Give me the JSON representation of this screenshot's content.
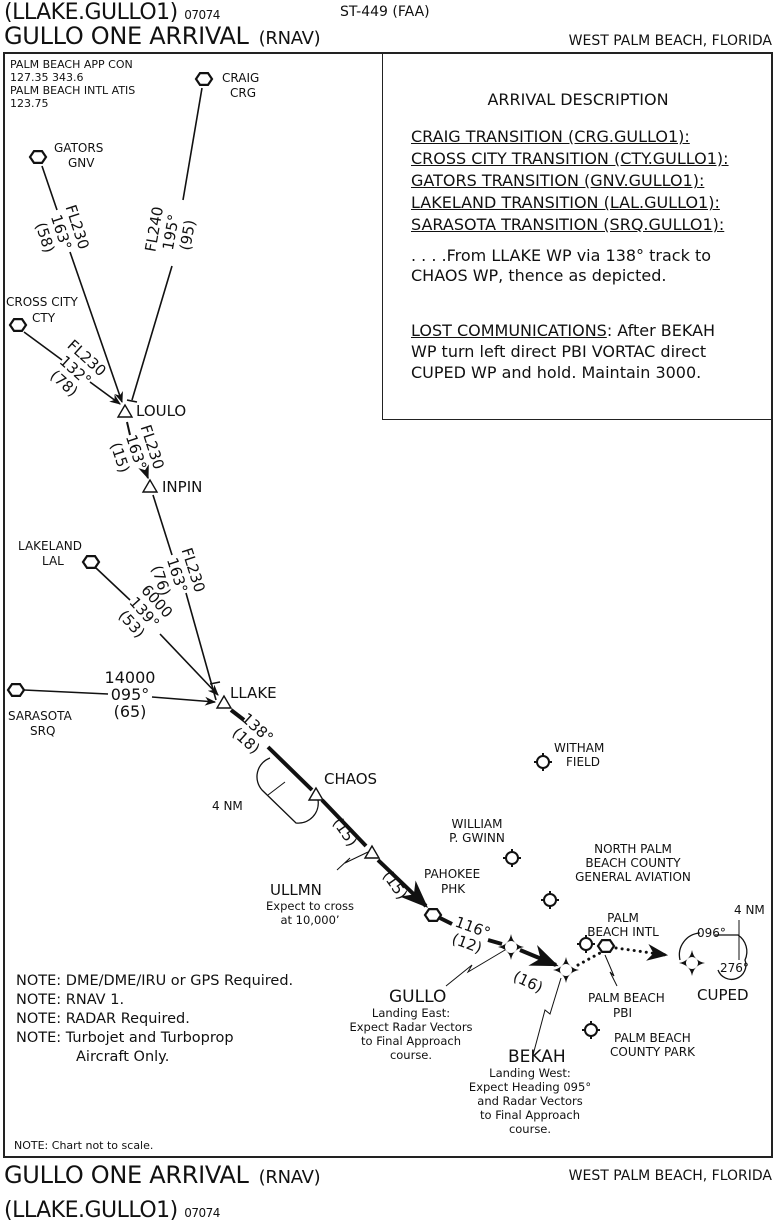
{
  "header": {
    "procedure_id": "(LLAKE.GULLO1)",
    "amendment": "07074",
    "chart_number": "ST-449 (FAA)",
    "title": "GULLO ONE ARRIVAL",
    "type": "(RNAV)",
    "location": "WEST PALM BEACH, FLORIDA"
  },
  "communications": {
    "lines": [
      "PALM BEACH APP CON",
      "127.35  343.6",
      "PALM BEACH INTL ATIS",
      "123.75"
    ]
  },
  "arrival_description": {
    "title": "ARRIVAL DESCRIPTION",
    "transitions": [
      "CRAIG TRANSITION (CRG.GULLO1):",
      "CROSS CITY TRANSITION (CTY.GULLO1):",
      "GATORS TRANSITION (GNV.GULLO1):",
      "LAKELAND TRANSITION (LAL.GULLO1):",
      "SARASOTA TRANSITION (SRQ.GULLO1):"
    ],
    "route_text": [
      ". . . .From LLAKE WP via 138° track to",
      "CHAOS WP, thence as depicted."
    ],
    "lost_comm_label": "LOST COMMUNICATIONS",
    "lost_comm_text": [
      ": After BEKAH",
      "WP turn left direct PBI VORTAC direct",
      "CUPED WP and hold. Maintain 3000."
    ]
  },
  "notes": {
    "lines": [
      "NOTE: DME/DME/IRU or GPS Required.",
      "NOTE: RNAV 1.",
      "NOTE: RADAR Required.",
      "NOTE: Turbojet and Turboprop"
    ],
    "continuation": "Aircraft Only.",
    "scale_note": "NOTE: Chart not to scale."
  },
  "chart_data": {
    "type": "map",
    "navaids": [
      {
        "id": "CRG",
        "name": "CRAIG",
        "kind": "vortac"
      },
      {
        "id": "GNV",
        "name": "GATORS",
        "kind": "vortac"
      },
      {
        "id": "CTY",
        "name": "CROSS CITY",
        "kind": "vortac"
      },
      {
        "id": "LAL",
        "name": "LAKELAND",
        "kind": "vortac"
      },
      {
        "id": "SRQ",
        "name": "SARASOTA",
        "kind": "vortac"
      },
      {
        "id": "PHK",
        "name": "PAHOKEE",
        "kind": "vortac"
      },
      {
        "id": "PBI",
        "name": "PALM BEACH",
        "kind": "vortac"
      }
    ],
    "waypoints": [
      {
        "name": "LOULO",
        "kind": "waypoint"
      },
      {
        "name": "INPIN",
        "kind": "waypoint"
      },
      {
        "name": "LLAKE",
        "kind": "waypoint"
      },
      {
        "name": "CHAOS",
        "kind": "waypoint"
      },
      {
        "name": "ULLMN",
        "kind": "waypoint",
        "note": [
          "Expect to cross",
          "at 10,000’"
        ]
      },
      {
        "name": "GULLO",
        "kind": "flyover",
        "note": [
          "Landing East:",
          "Expect Radar Vectors",
          "to Final Approach",
          "course."
        ]
      },
      {
        "name": "BEKAH",
        "kind": "flyover",
        "note": [
          "Landing West:",
          "Expect Heading 095°",
          "and Radar Vectors",
          "to Final Approach",
          "course."
        ]
      },
      {
        "name": "CUPED",
        "kind": "flyover"
      }
    ],
    "airports": [
      {
        "name": [
          "WITHAM",
          "FIELD"
        ]
      },
      {
        "name": [
          "WILLIAM",
          "P. GWINN"
        ]
      },
      {
        "name": [
          "NORTH PALM",
          "BEACH COUNTY",
          "GENERAL AVIATION"
        ]
      },
      {
        "name": [
          "PALM",
          "BEACH INTL"
        ]
      },
      {
        "name": [
          "PALM BEACH",
          "COUNTY PARK"
        ]
      }
    ],
    "legs": [
      {
        "from": "CRG",
        "to": "LOULO",
        "altitude": "FL240",
        "course": "195°",
        "distance": "(95)"
      },
      {
        "from": "GNV",
        "to": "LOULO",
        "altitude": "FL230",
        "course": "163°",
        "distance": "(58)"
      },
      {
        "from": "CTY",
        "to": "LOULO",
        "altitude": "FL230",
        "course": "132°",
        "distance": "(78)"
      },
      {
        "from": "LOULO",
        "to": "INPIN",
        "altitude": "FL230",
        "course": "163°",
        "distance": "(15)"
      },
      {
        "from": "INPIN",
        "to": "LLAKE",
        "altitude": "FL230",
        "course": "163°",
        "distance": "(76)"
      },
      {
        "from": "LAL",
        "to": "LLAKE",
        "altitude": "6000",
        "course": "139°",
        "distance": "(53)"
      },
      {
        "from": "SRQ",
        "to": "LLAKE",
        "altitude": "14000",
        "course": "095°",
        "distance": "(65)"
      },
      {
        "from": "LLAKE",
        "to": "CHAOS",
        "altitude": "",
        "course": "138°",
        "distance": "(18)"
      },
      {
        "from": "CHAOS",
        "to": "ULLMN",
        "altitude": "",
        "course": "",
        "distance": "(15)"
      },
      {
        "from": "ULLMN",
        "to": "PHK",
        "altitude": "",
        "course": "",
        "distance": "(15)"
      },
      {
        "from": "PHK",
        "to": "GULLO",
        "altitude": "",
        "course": "116°",
        "distance": "(12)"
      },
      {
        "from": "GULLO",
        "to": "BEKAH",
        "altitude": "",
        "course": "",
        "distance": "(16)"
      }
    ],
    "holds": [
      {
        "fix": "CHAOS",
        "leg_length": "4 NM"
      },
      {
        "fix": "CUPED",
        "leg_length": "4 NM",
        "inbound": "096°",
        "outbound": "276°"
      }
    ]
  }
}
